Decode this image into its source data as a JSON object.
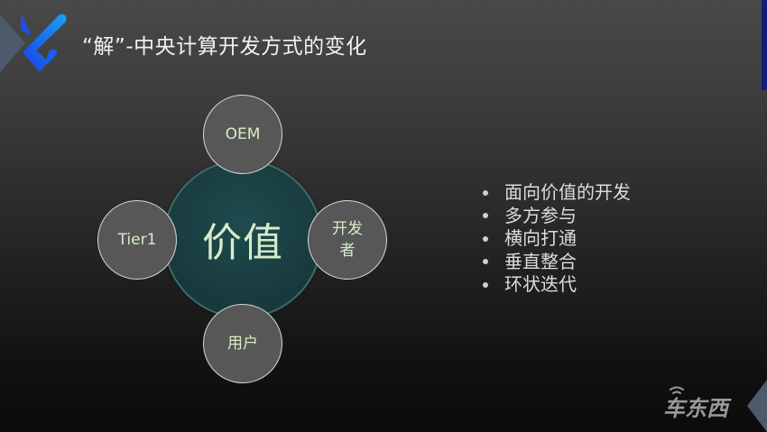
{
  "slide": {
    "title": "“解”-中央计算开发方式的变化",
    "logo_icon": "brand-logo-icon",
    "colors": {
      "background_top": "#494949",
      "background_bottom": "#0b0b0b",
      "center_circle": "#1b4245",
      "node_fill": "#575757",
      "node_border": "#d8d8d8",
      "node_text": "#d6ecc8",
      "accent_bar": "#161b78",
      "logo_blue": "#1a55f0"
    }
  },
  "diagram": {
    "center": "价值",
    "nodes": {
      "top": "OEM",
      "left": "Tier1",
      "right": "开发者",
      "bottom": "用户"
    }
  },
  "bullets": [
    "面向价值的开发",
    "多方参与",
    "横向打通",
    "垂直整合",
    "环状迭代"
  ],
  "watermark": {
    "text": "车东西",
    "icon": "wifi-signal-icon"
  }
}
